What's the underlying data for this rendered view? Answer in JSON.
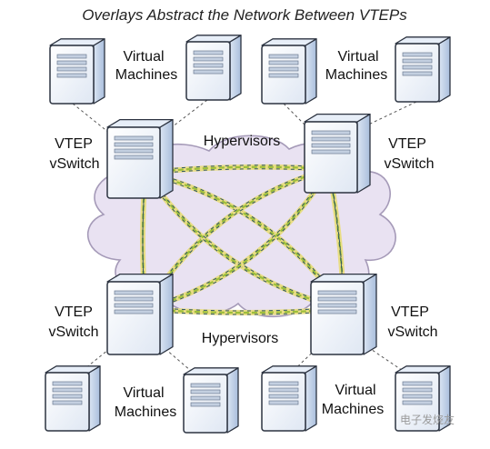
{
  "title": "Overlays Abstract the Network Between VTEPs",
  "labels": {
    "vm_top_left": [
      "Virtual",
      "Machines"
    ],
    "vm_top_right": [
      "Virtual",
      "Machines"
    ],
    "vm_bottom_left": [
      "Virtual",
      "Machines"
    ],
    "vm_bottom_right": [
      "Virtual",
      "Machines"
    ],
    "vtep_top_left": [
      "VTEP",
      "vSwitch"
    ],
    "vtep_top_right": [
      "VTEP",
      "vSwitch"
    ],
    "vtep_bottom_left": [
      "VTEP",
      "vSwitch"
    ],
    "vtep_bottom_right": [
      "VTEP",
      "vSwitch"
    ],
    "hypervisors_top": "Hypervisors",
    "hypervisors_bottom": "Hypervisors"
  },
  "watermark": "电子发烧友",
  "colors": {
    "cloud_fill": "#e9e2f2",
    "cloud_stroke": "#a59ab8",
    "server_front": "#f2f6fb",
    "server_side": "#c7d6ea",
    "server_stroke": "#2c3340",
    "tunnel_green": "#9dbf3a",
    "tunnel_dash": "#2e5566",
    "tunnel_yellow": "#e9dd86",
    "vm_link": "#555555"
  }
}
